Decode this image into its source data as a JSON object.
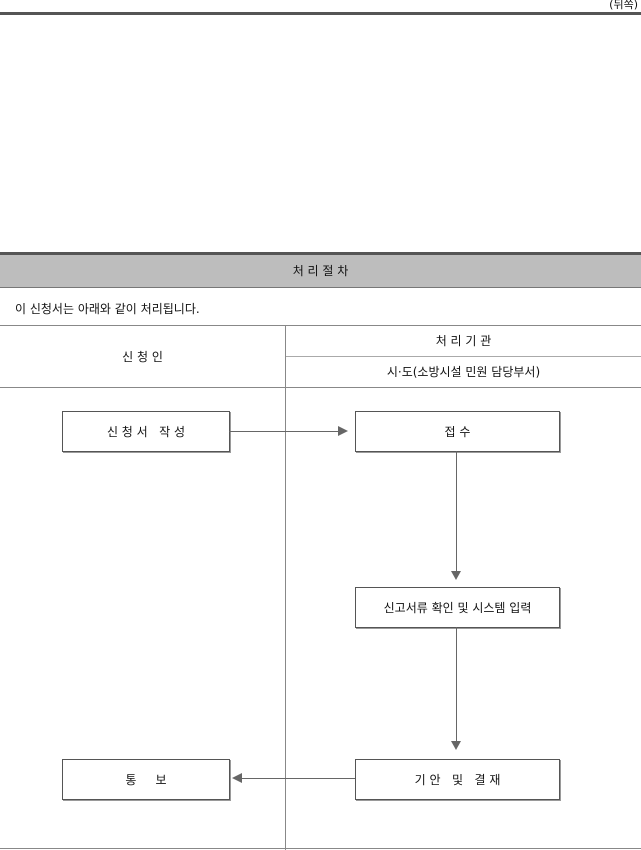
{
  "page_marker": "(뒤쪽)",
  "section": {
    "title": "처 리 절 차",
    "intro": "이 신청서는 아래와 같이 처리됩니다."
  },
  "columns": {
    "applicant": "신 청 인",
    "agency": "처 리 기 관",
    "agency_sub": "시·도(소방시설 민원 담당부서)"
  },
  "steps": {
    "write": "신 청 서   작 성",
    "receive": "접 수",
    "review": "신고서류 확인 및 시스템 입력",
    "approve": "기 안   및   결 재",
    "notify": "통     보"
  },
  "colors": {
    "header_bg": "#bdbdbd",
    "rule_dark": "#555555",
    "arrow": "#666666"
  }
}
